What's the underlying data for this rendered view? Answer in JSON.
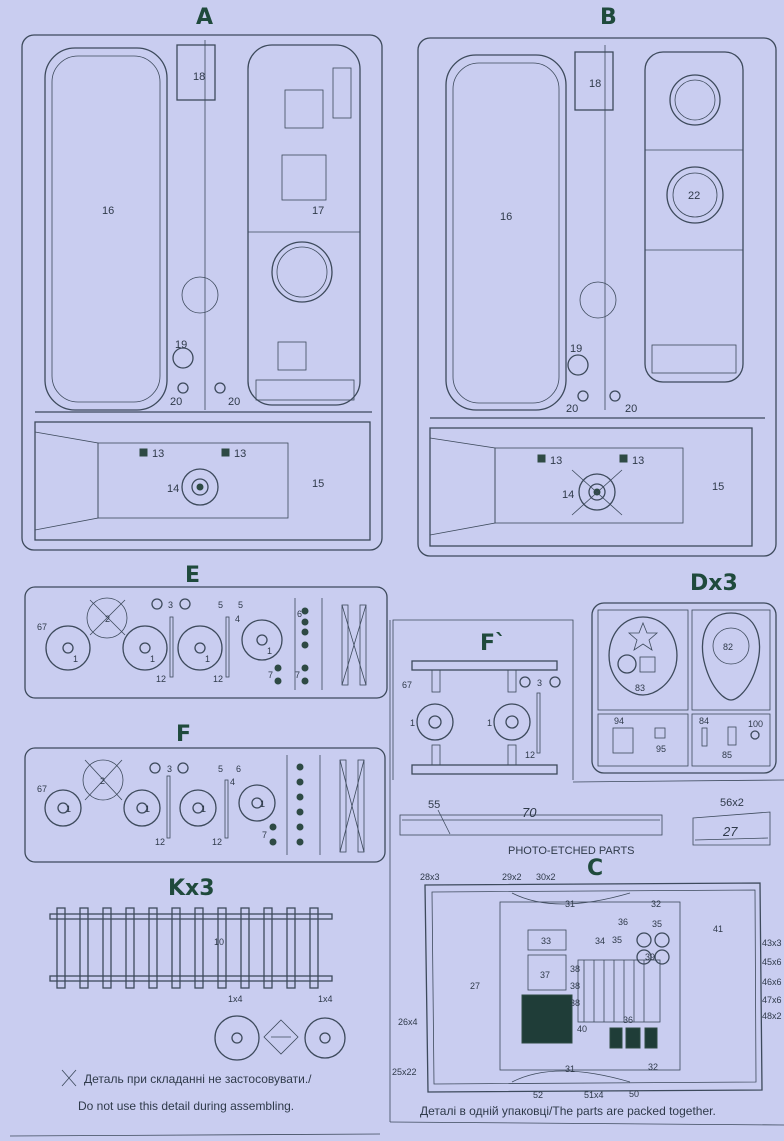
{
  "sprues": {
    "A": {
      "title": "A",
      "parts": [
        "16",
        "17",
        "18",
        "19",
        "20",
        "20",
        "13",
        "13",
        "14",
        "15"
      ]
    },
    "B": {
      "title": "B",
      "parts": [
        "16",
        "22",
        "18",
        "19",
        "20",
        "20",
        "13",
        "13",
        "14",
        "15"
      ]
    },
    "E": {
      "title": "E",
      "parts": [
        "67",
        "2",
        "3",
        "5",
        "5",
        "4",
        "1",
        "1",
        "1",
        "1",
        "12",
        "12",
        "6",
        "7",
        "7"
      ]
    },
    "F": {
      "title": "F",
      "parts": [
        "67",
        "2",
        "3",
        "5",
        "6",
        "4",
        "1",
        "1",
        "1",
        "1",
        "12",
        "12",
        "7"
      ]
    },
    "F_prime": {
      "title": "F`",
      "parts": [
        "67",
        "3",
        "1",
        "1",
        "12"
      ]
    },
    "D": {
      "title": "Dx3",
      "parts": [
        "83",
        "82",
        "94",
        "95",
        "84",
        "85",
        "100"
      ]
    },
    "K": {
      "title": "Kx3",
      "parts": [
        "10"
      ],
      "wheel_labels": [
        "1x4",
        "1x4"
      ]
    },
    "C": {
      "title": "C",
      "parts": [
        "28x3",
        "29x2",
        "30x2",
        "31",
        "32",
        "33",
        "34",
        "35",
        "35",
        "36",
        "36",
        "37",
        "38",
        "38",
        "38",
        "39",
        "40",
        "41",
        "27",
        "31",
        "32",
        "43x3",
        "45x6",
        "46x6",
        "47x6",
        "48x2",
        "26x4",
        "25x22",
        "52",
        "51x4",
        "50"
      ]
    }
  },
  "photo_etched": {
    "title": "PHOTO-ETCHED PARTS",
    "part55": {
      "label": "55",
      "length": "70"
    },
    "part56": {
      "label": "56x2",
      "length": "27"
    }
  },
  "notes": {
    "do_not_use_ua": "Деталь при складанні не застосовувати./",
    "do_not_use_en": "Do not use this detail during assembling.",
    "packed_together": "Деталі в одній упаковці/The parts are packed together."
  },
  "colors": {
    "background": "#c9cdf0",
    "line": "#3d4a5c",
    "title": "#1f4a3c"
  }
}
